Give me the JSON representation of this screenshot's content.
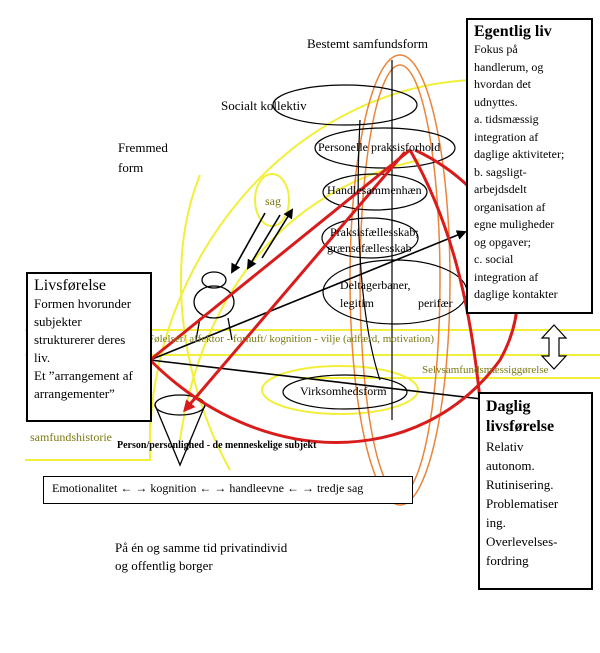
{
  "labels": {
    "bestemt": "Bestemt samfundsform",
    "socialt": "Socialt kollektiv",
    "fremmed_l1": "Fremmed",
    "fremmed_l2": "form",
    "personelle": "Personelle praksisforhold",
    "handle": "Handlesammenhæn",
    "praksis_l1": "Praksisfællesskab;",
    "praksis_l2": "grænsefællesskab",
    "deltager_l1": "Deltagerbaner,",
    "deltager_l2": "legitim",
    "perifaer": "perifær",
    "sag": "sag",
    "virksomhed": "Virksomhedsform",
    "person": "Person/personlighed - de menneskelige subjekt",
    "samfundshistorie": "samfundshistorie",
    "folelser": "Følelser/ affektor - fornuft/ kognition - vilje (adfærd, motivation)",
    "selvsamfund": "Selvsamfundsmæssiggørelse",
    "privat_l1": "På én og samme tid privatindivid",
    "privat_l2": "og offentlig borger"
  },
  "boxes": {
    "egentlig": {
      "title": "Egentlig liv",
      "body": "Fokus på\nhandlerum, og\nhvordan det\nudnyttes.\na. tidsmæssig\nintegration af\ndaglige aktiviteter;\nb. sagsligt-\narbejdsdelt\norganisation af\negne muligheder\nog opgaver;\nc. social\nintegration af\ndaglige kontakter"
    },
    "livsforelse": {
      "title": "Livsførelse",
      "body": "Formen hvorunder\nsubjekter\nstrukturerer deres\nliv.\nEt ”arrangement af\narrangementer”"
    },
    "daglig": {
      "title": "Daglig\nlivsførelse",
      "body": "Relativ\nautonom.\nRutinisering.\nProblematiser\ning.\nOverlevelses-\nfordring"
    },
    "emotion": {
      "text": "Emotionalitet ← → kognition ← → handleevne ← → tredje sag"
    }
  },
  "colors": {
    "yellow": "#f2ef3a",
    "orange": "#e9853c",
    "red": "#d81c1c",
    "olive_text": "#7c7a12",
    "black": "#000000"
  },
  "icons": [
    "double-arrow-icon",
    "person-figure-icon",
    "cone-icon"
  ]
}
